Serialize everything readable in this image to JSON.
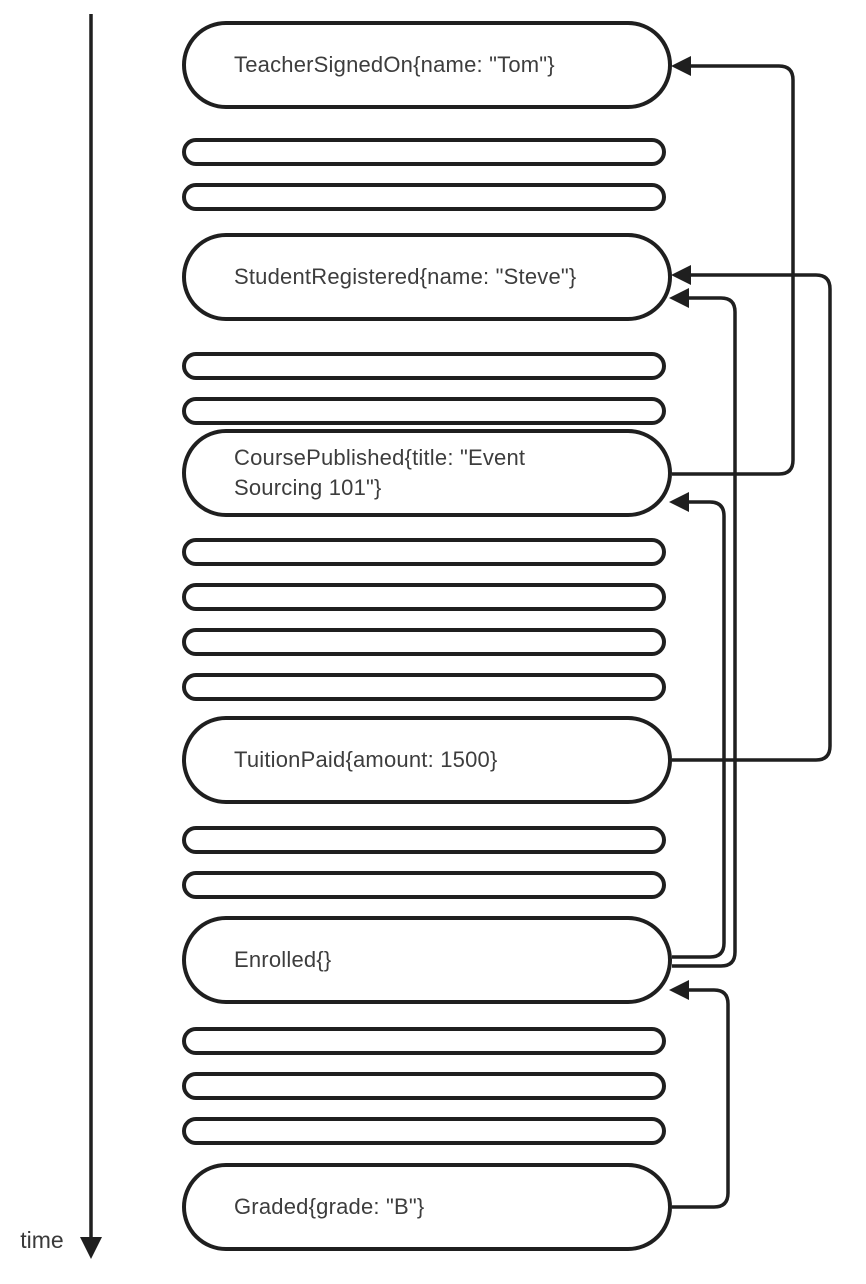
{
  "diagram": {
    "title_semantic": "event sourcing timeline",
    "time_axis": {
      "label": "time",
      "direction": "down"
    },
    "events": [
      {
        "id": "TeacherSignedOn",
        "label": "TeacherSignedOn{name: \"Tom\"}"
      },
      {
        "id": "StudentRegistered",
        "label": "StudentRegistered{name: \"Steve\"}"
      },
      {
        "id": "CoursePublished",
        "label": "CoursePublished{title: \"Event\nSourcing 101\"}"
      },
      {
        "id": "TuitionPaid",
        "label": "TuitionPaid{amount: 1500}"
      },
      {
        "id": "Enrolled",
        "label": "Enrolled{}"
      },
      {
        "id": "Graded",
        "label": "Graded{grade: \"B\"}"
      }
    ],
    "unlabeled_event_groups": [
      {
        "between": [
          "TeacherSignedOn",
          "StudentRegistered"
        ],
        "count": 2
      },
      {
        "between": [
          "StudentRegistered",
          "CoursePublished"
        ],
        "count": 2
      },
      {
        "between": [
          "CoursePublished",
          "TuitionPaid"
        ],
        "count": 4
      },
      {
        "between": [
          "TuitionPaid",
          "Enrolled"
        ],
        "count": 2
      },
      {
        "between": [
          "Enrolled",
          "Graded"
        ],
        "count": 3
      }
    ],
    "connections": [
      {
        "from": "CoursePublished",
        "to": "TeacherSignedOn"
      },
      {
        "from": "TuitionPaid",
        "to": "StudentRegistered"
      },
      {
        "from": "Enrolled",
        "to": "StudentRegistered"
      },
      {
        "from": "Enrolled",
        "to": "CoursePublished"
      },
      {
        "from": "Graded",
        "to": "Enrolled"
      }
    ],
    "colors": {
      "stroke": "#1f1f1f",
      "text": "#3d3d3d",
      "background": "#ffffff"
    }
  }
}
